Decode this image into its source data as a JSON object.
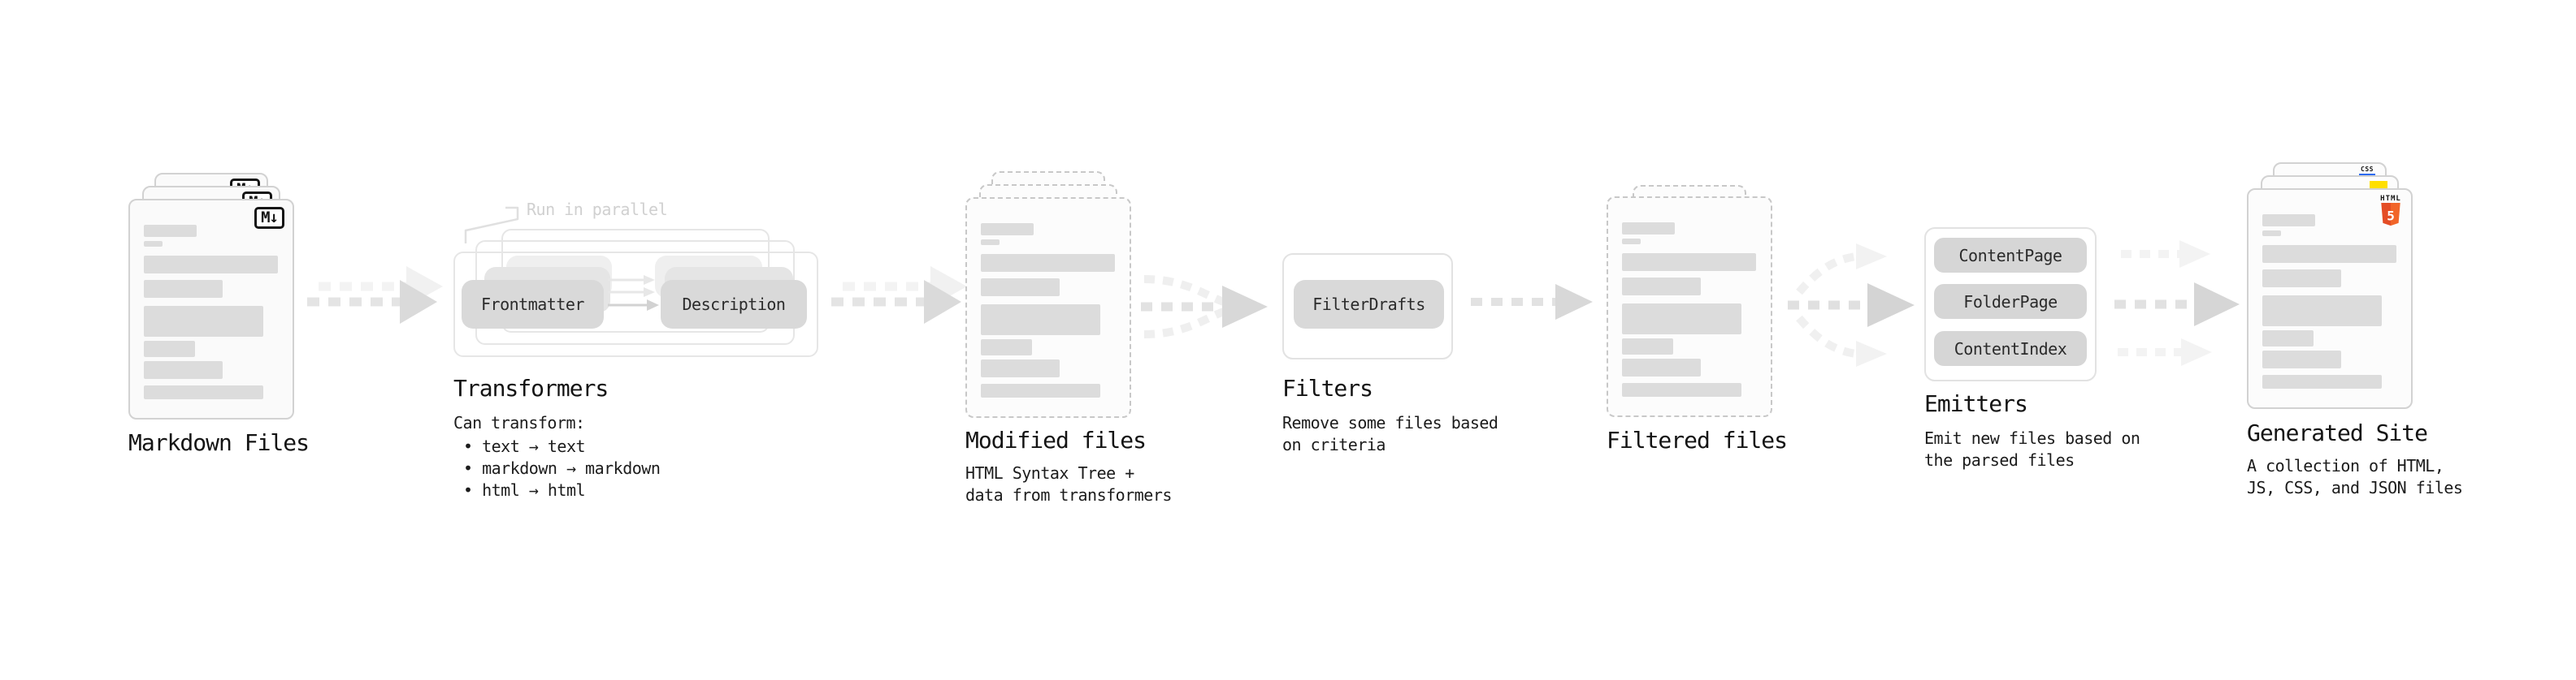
{
  "stages": {
    "markdown_files": {
      "label": "Markdown Files",
      "file_badge": "M↓"
    },
    "transformers": {
      "heading": "Transformers",
      "annotation": "Run in parallel",
      "pill_left": "Frontmatter",
      "pill_right": "Description",
      "description": "Can transform:",
      "bullets": [
        "• text → text",
        "• markdown → markdown",
        "• html → html"
      ]
    },
    "modified_files": {
      "heading": "Modified files",
      "description_line1": "HTML Syntax Tree +",
      "description_line2": "data from transformers"
    },
    "filters": {
      "heading": "Filters",
      "pill": "FilterDrafts",
      "description_line1": "Remove some files based",
      "description_line2": "on criteria"
    },
    "filtered_files": {
      "label": "Filtered files"
    },
    "emitters": {
      "heading": "Emitters",
      "pills": [
        "ContentPage",
        "FolderPage",
        "ContentIndex"
      ],
      "description_line1": "Emit new files based on",
      "description_line2": "the parsed files"
    },
    "generated_site": {
      "heading": "Generated Site",
      "description_line1": "A collection of HTML,",
      "description_line2": "JS, CSS, and JSON files",
      "badges": {
        "css": "CSS",
        "html_word": "HTML",
        "html_number": "5"
      }
    }
  },
  "colors": {
    "html5_orange_left": "#e44d26",
    "html5_orange_right": "#f16529",
    "js_yellow": "#ffdf00",
    "css_blue": "#2d6bf0",
    "pill_gray": "#d9d9d9",
    "card_border": "#d2d2d2",
    "dashed_border": "#c8c8c8",
    "arrow_gray": "#d8d8d8",
    "annotation_gray": "#d0d0d0"
  }
}
